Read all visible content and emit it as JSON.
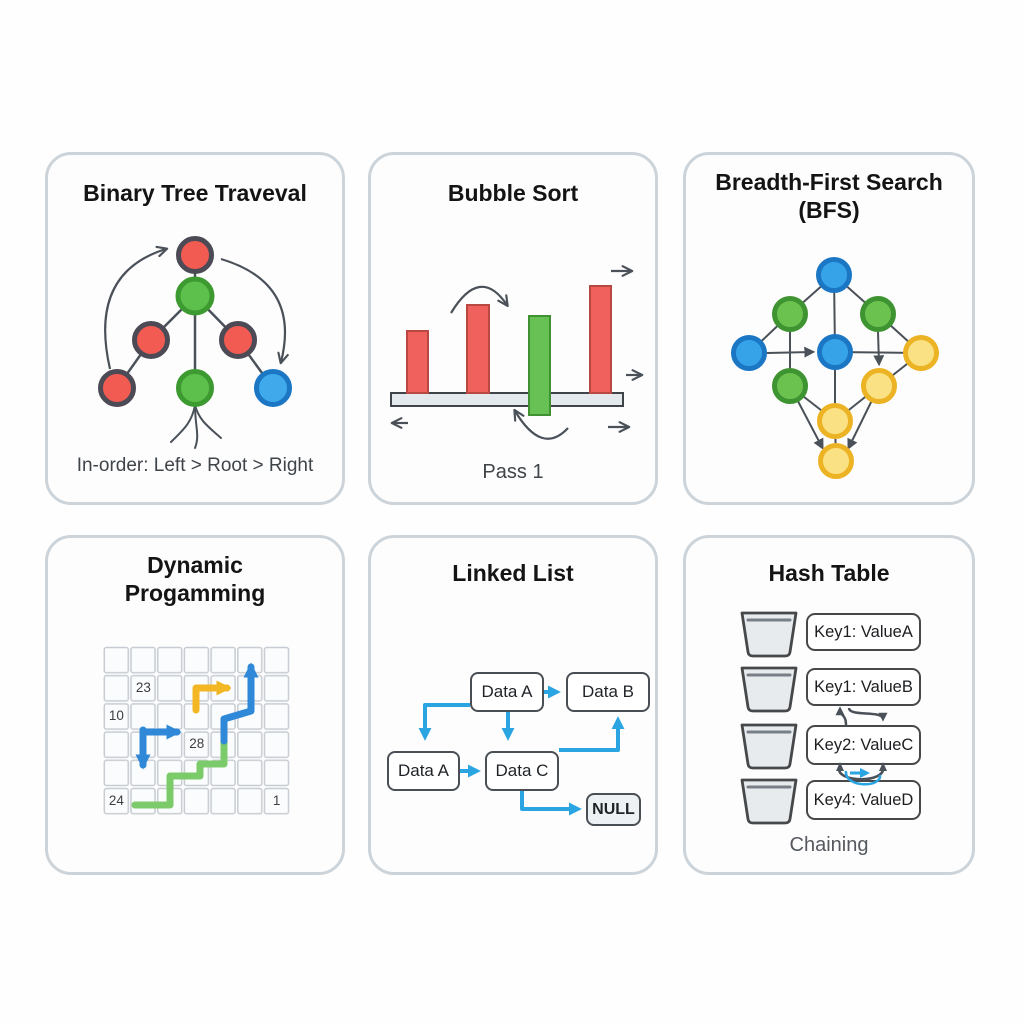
{
  "colors": {
    "panel_border": "#ccd4da",
    "edge_dark": "#4a5158",
    "node_red": "#f15b52",
    "node_red_ring": "#4b4a55",
    "node_green": "#5ec04c",
    "node_green_ring": "#3c9a30",
    "node_blue": "#3fa9ec",
    "node_blue_ring": "#1b77c4",
    "node_yellow": "#f9e184",
    "node_yellow_ring": "#ecb424",
    "bar_red": "#f0605c",
    "bar_green": "#68c155",
    "platform_gray": "#e4e9ed",
    "dp_green": "#7ccb6a",
    "dp_blue": "#2f88d8",
    "dp_yellow": "#f2b722",
    "link_blue": "#2aa5e2",
    "bucket_gray": "#e7ebee"
  },
  "panels": {
    "binary_tree": {
      "title": "Binary Tree Traveval",
      "caption": "In-order: Left > Root > Right",
      "node_colors": [
        "red",
        "green",
        "red",
        "red",
        "red",
        "green",
        "blue"
      ]
    },
    "bubble_sort": {
      "title": "Bubble Sort",
      "caption": "Pass 1",
      "bars": [
        {
          "color": "red",
          "height": 62
        },
        {
          "color": "red",
          "height": 88
        },
        {
          "color": "green",
          "height": 99,
          "sinks_below_platform": true
        },
        {
          "color": "red",
          "height": 107
        }
      ]
    },
    "bfs": {
      "title_line1": "Breadth-First Search",
      "title_line2": "(BFS)",
      "node_colors": [
        "blue",
        "green",
        "green",
        "blue",
        "blue",
        "yellow",
        "green",
        "yellow",
        "yellow",
        "yellow"
      ]
    },
    "dynamic_programming": {
      "title_line1": "Dynamic",
      "title_line2": "Progamming",
      "grid": {
        "rows": 6,
        "cols": 7
      },
      "cells": [
        {
          "row": 2,
          "col": 2,
          "value": "23"
        },
        {
          "row": 3,
          "col": 1,
          "value": "10"
        },
        {
          "row": 4,
          "col": 4,
          "value": "28"
        },
        {
          "row": 6,
          "col": 1,
          "value": "24"
        },
        {
          "row": 6,
          "col": 7,
          "value": "1"
        }
      ]
    },
    "linked_list": {
      "title": "Linked List",
      "nodes": {
        "top": "Data A",
        "top_right": "Data B",
        "left": "Data A",
        "center": "Data C",
        "terminator": "NULL"
      }
    },
    "hash_table": {
      "title": "Hash Table",
      "caption": "Chaining",
      "entries": [
        "Key1: ValueA",
        "Key1: ValueB",
        "Key2: ValueC",
        "Key4: ValueD"
      ]
    }
  }
}
